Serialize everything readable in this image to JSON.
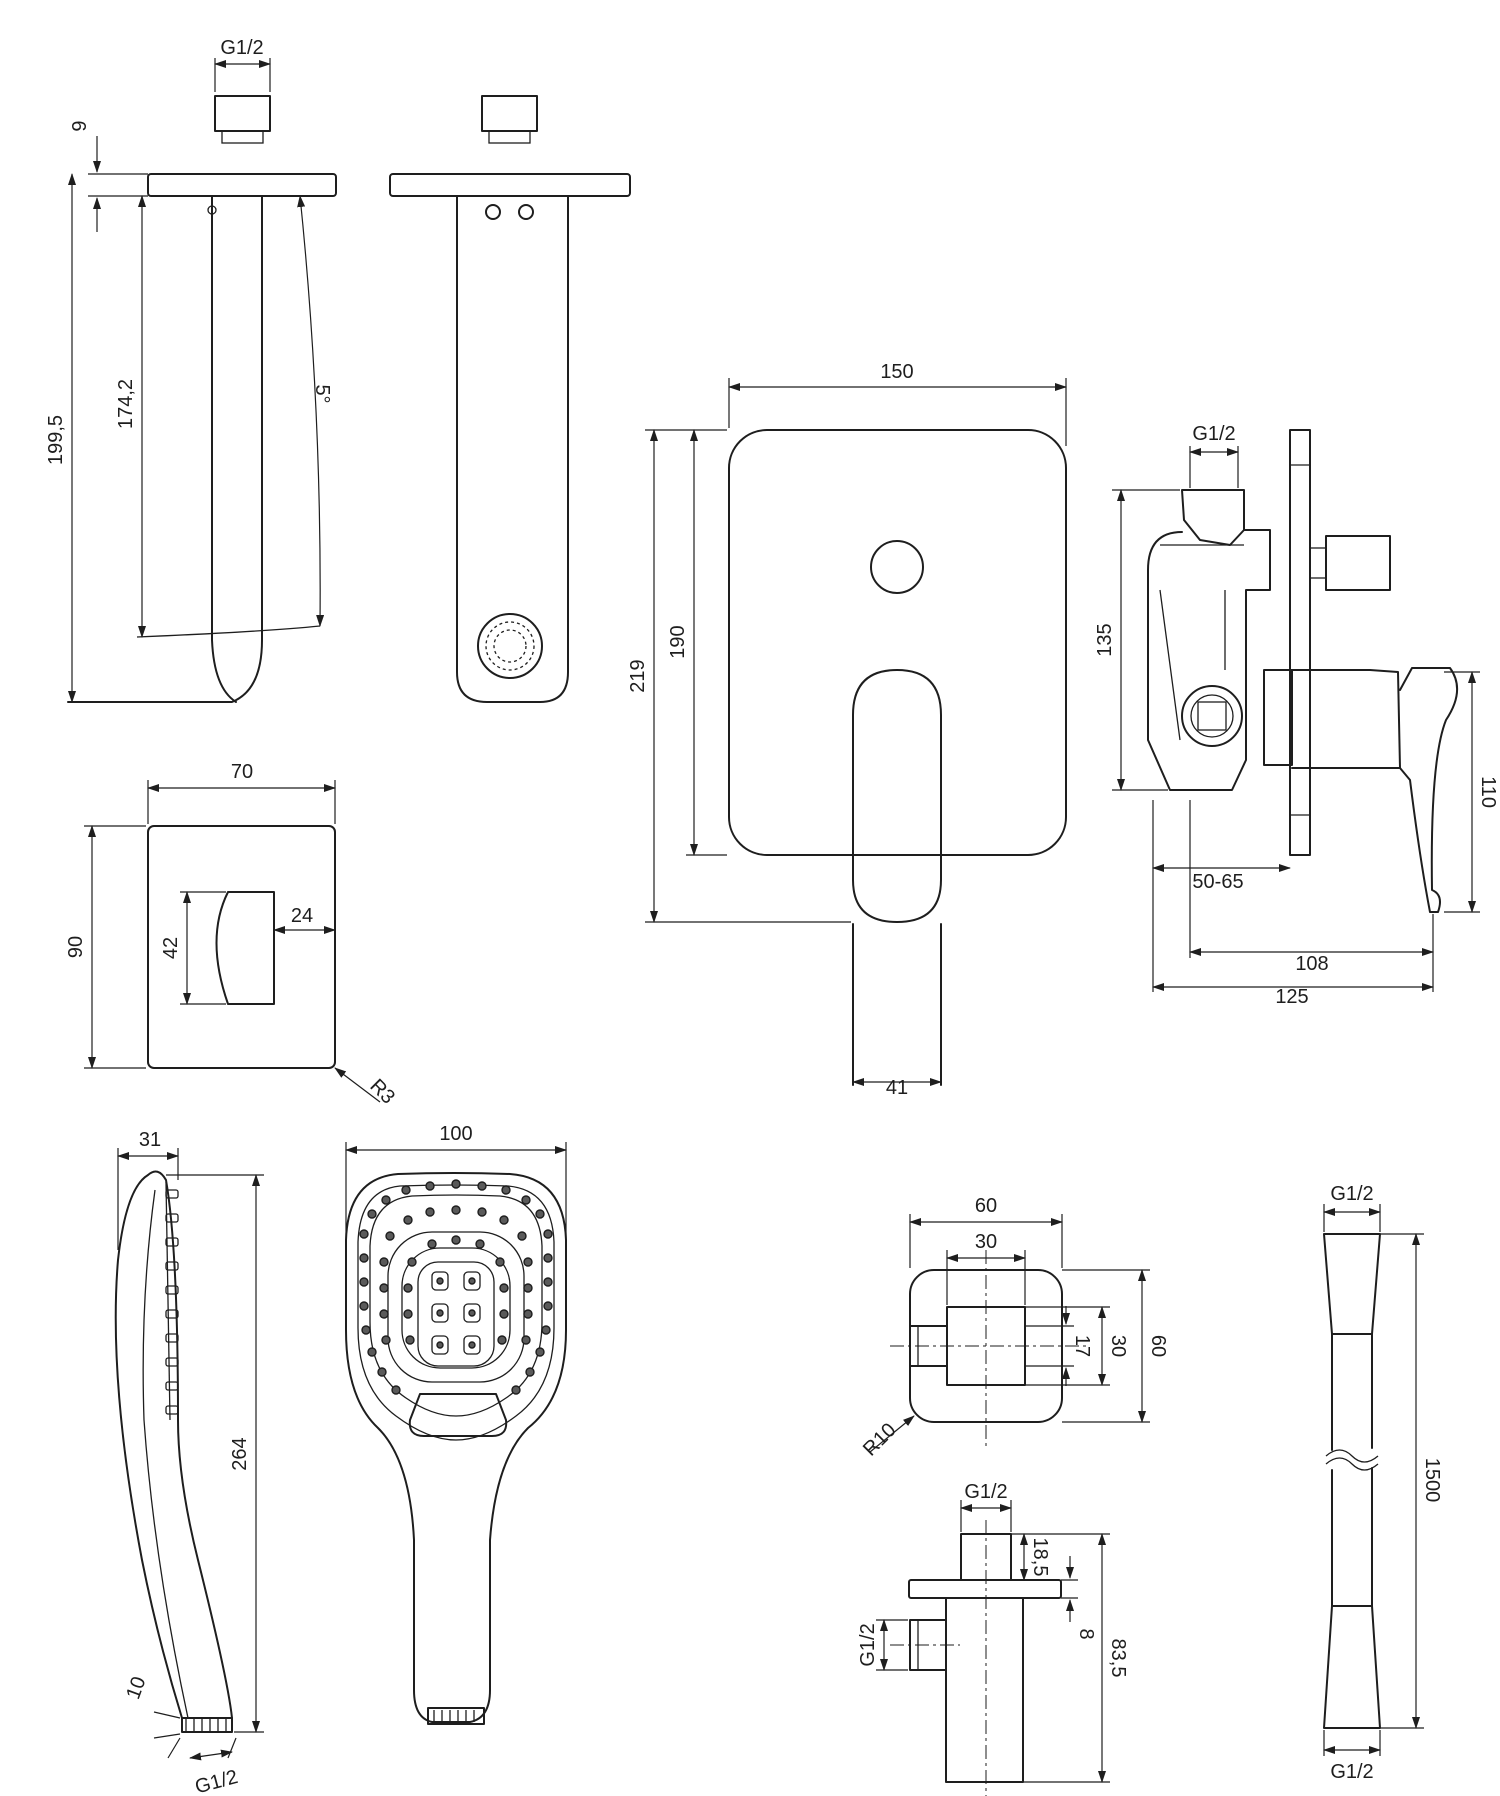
{
  "spout_side": {
    "thread": "G1/2",
    "flange_thickness": "9",
    "total_height": "199,5",
    "spout_height": "174,2",
    "angle": "5°"
  },
  "escutcheon_small": {
    "width": "70",
    "height": "90",
    "cutout_height": "42",
    "cutout_depth": "24",
    "radius": "R3"
  },
  "mixer_front": {
    "width": "150",
    "total_height": "219",
    "plate_height": "190",
    "lever_width": "41"
  },
  "mixer_side": {
    "thread": "G1/2",
    "body_height": "135",
    "lever_height": "110",
    "install_depth": "50-65",
    "lever_depth": "108",
    "total_depth": "125"
  },
  "hand_shower": {
    "side_width": "31",
    "front_width": "100",
    "length": "264",
    "thread_height": "10",
    "thread": "G1/2"
  },
  "wall_outlet_front": {
    "width": "60",
    "inner_width": "30",
    "height": "60",
    "inner_height": "30",
    "hole": "17",
    "radius": "R10"
  },
  "wall_outlet_side": {
    "top_thread": "G1/2",
    "top_height": "18,5",
    "plate_thickness": "8",
    "total_height": "83,5",
    "side_thread": "G1/2"
  },
  "hose": {
    "top_thread": "G1/2",
    "length": "1500",
    "bottom_thread": "G1/2"
  }
}
